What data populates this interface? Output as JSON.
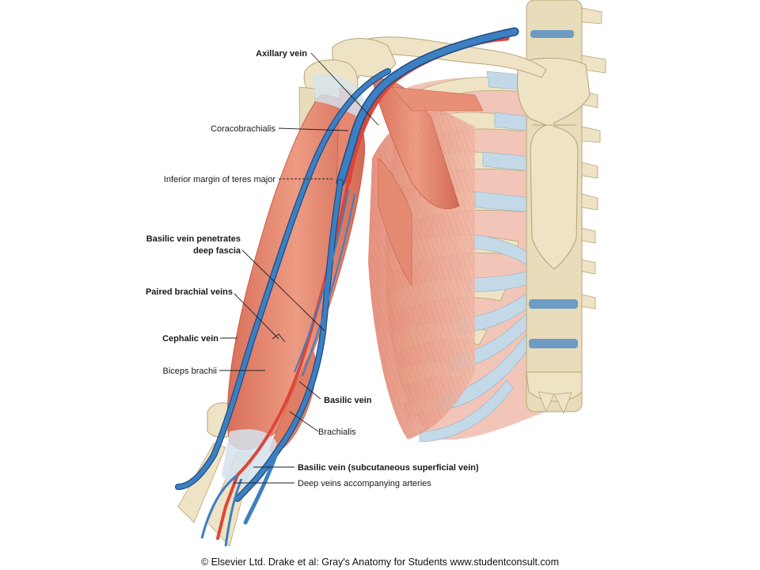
{
  "labels": {
    "axillary_vein": "Axillary vein",
    "coracobrachialis": "Coracobrachialis",
    "teres_major": "Inferior margin of teres major",
    "basilic_penetrates_1": "Basilic vein penetrates",
    "basilic_penetrates_2": "deep fascia",
    "paired_brachial": "Paired brachial veins",
    "cephalic": "Cephalic vein",
    "biceps": "Biceps brachii",
    "basilic": "Basilic vein",
    "brachialis": "Brachialis",
    "basilic_subcutaneous": "Basilic vein (subcutaneous superficial vein)",
    "deep_veins": "Deep veins accompanying arteries"
  },
  "credit": "© Elsevier Ltd. Drake et al: Gray's Anatomy for Students www.studentconsult.com",
  "colors": {
    "bone": "#eee3c4",
    "bone_edge": "#b9a57a",
    "muscle": "#e8937a",
    "muscle_dark": "#d56d58",
    "vein": "#3d7fc1",
    "vein_edge": "#1d4d85",
    "artery": "#dd4637",
    "cartilage": "#c4d9e8",
    "fascia": "#cfdce9"
  }
}
